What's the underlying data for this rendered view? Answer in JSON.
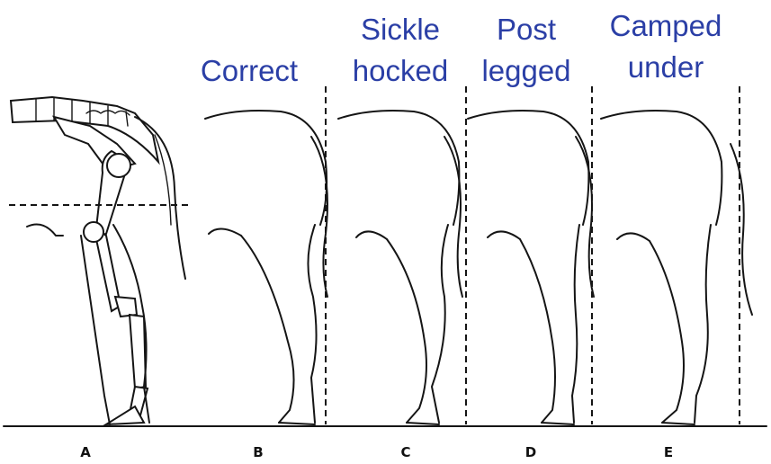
{
  "panels": [
    {
      "letter": "A",
      "heading": ""
    },
    {
      "letter": "B",
      "heading": "Correct"
    },
    {
      "letter": "C",
      "heading": "Sickle hocked"
    },
    {
      "letter": "D",
      "heading": "Post legged"
    },
    {
      "letter": "E",
      "heading": "Camped under"
    }
  ],
  "headings": {
    "b": "Correct",
    "c1": "Sickle",
    "c2": "hocked",
    "d1": "Post",
    "d2": "legged",
    "e1": "Camped",
    "e2": "under"
  },
  "colors": {
    "heading": "#2b3fa6",
    "line": "#151515"
  }
}
